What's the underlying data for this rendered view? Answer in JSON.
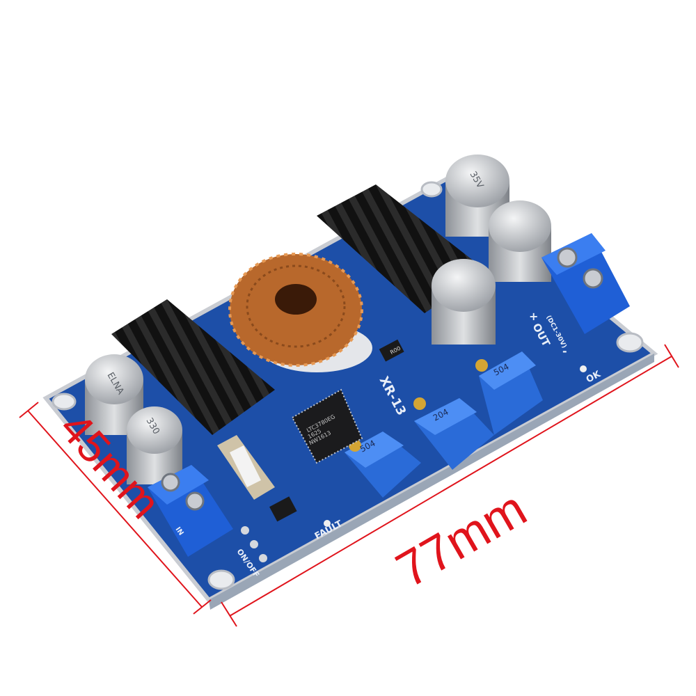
{
  "dimensions": {
    "width_label": "77mm",
    "height_label": "45mm",
    "line_color": "#e0141c"
  },
  "board": {
    "color": "#1d4fa8",
    "model_label": "XR-13",
    "fault_label": "FAULT",
    "onoff_label": "ON/OFF",
    "ok_label": "OK",
    "out_label": "OUT",
    "out_range_label": "(DC1-30V)",
    "plus_label": "+",
    "minus_label": "-",
    "in_label": "IN",
    "chip_lines": [
      "LTC3780EG",
      "1625",
      "NW1613"
    ],
    "capacitor": {
      "brand": "ELNA",
      "value": "330",
      "voltage": "35V"
    },
    "pots": [
      "504",
      "204",
      "504"
    ],
    "inductor_label": "R00"
  }
}
